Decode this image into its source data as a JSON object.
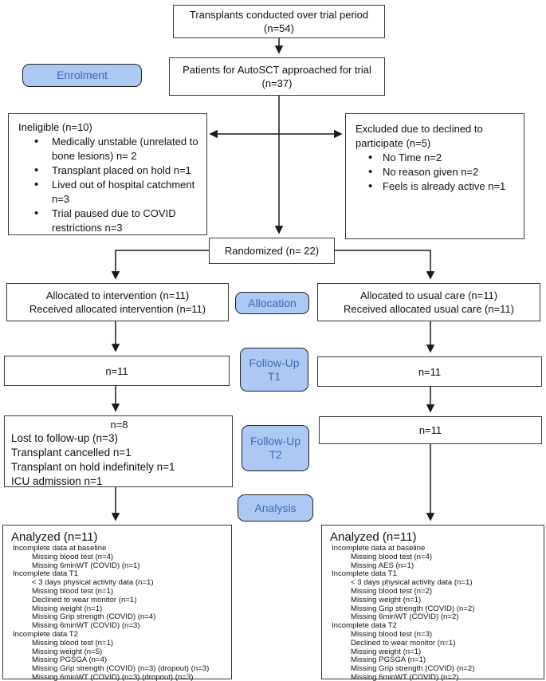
{
  "palette": {
    "label_fill": "#ADC9F3",
    "label_border": "#1f1f1f",
    "label_text": "#3E68B8",
    "box_border": "#3a3a3a",
    "arrow": "#1a1a1a"
  },
  "stages": {
    "enrolment": "Enrolment",
    "allocation": "Allocation",
    "followup_t1_line1": "Follow-Up",
    "followup_t1_line2": "T1",
    "followup_t2_line1": "Follow-Up",
    "followup_t2_line2": "T2",
    "analysis": "Analysis"
  },
  "boxes": {
    "transplants": {
      "line1": "Transplants conducted over trial period",
      "line2": "(n=54)"
    },
    "patients": {
      "line1": "Patients for AutoSCT approached for trial",
      "line2": "(n=37)"
    },
    "ineligible": {
      "title": "Ineligible (n=10)",
      "bullets": [
        "Medically unstable (unrelated to bone lesions) n= 2",
        "Transplant placed on hold n=1",
        "Lived out of hospital catchment n=3",
        "Trial paused due to COVID restrictions n=3"
      ]
    },
    "excluded": {
      "title": "Excluded due to declined to participate (n=5)",
      "bullets": [
        "No Time n=2",
        "No reason given n=2",
        "Feels is already active n=1"
      ]
    },
    "randomized": {
      "label": "Randomized (n= 22)"
    },
    "alloc_intervention": {
      "line1": "Allocated to intervention (n=11)",
      "line2": "Received allocated intervention (n=11)"
    },
    "alloc_usual": {
      "line1": "Allocated to usual care (n=11)",
      "line2": "Received allocated usual care (n=11)"
    },
    "t1_left": {
      "label": "n=11"
    },
    "t1_right": {
      "label": "n=11"
    },
    "t2_left": {
      "n": "n=8",
      "lines": [
        "Lost to follow-up (n=3)",
        "Transplant cancelled n=1",
        "Transplant on hold indefinitely n=1",
        "ICU admission n=1"
      ]
    },
    "t2_right": {
      "label": "n=11"
    },
    "analyzed_left": {
      "title": "Analyzed (n=11)",
      "lines": [
        {
          "indent": 0,
          "text": "Incomplete data at baseline"
        },
        {
          "indent": 1,
          "text": "Missing blood test (n=4)"
        },
        {
          "indent": 1,
          "text": "Missing 6minWT (COVID) (n=1)"
        },
        {
          "indent": 0,
          "text": "Incomplete data T1"
        },
        {
          "indent": 1,
          "text": "< 3 days physical activity data (n=1)"
        },
        {
          "indent": 1,
          "text": "Missing blood test (n=1)"
        },
        {
          "indent": 1,
          "text": "Declined to wear monitor (n=1)"
        },
        {
          "indent": 1,
          "text": "Missing weight (n=1)"
        },
        {
          "indent": 1,
          "text": "Missing Grip strength (COVID) (n=4)"
        },
        {
          "indent": 1,
          "text": "Missing 6minWT (COVID) (n=3)"
        },
        {
          "indent": 0,
          "text": "Incomplete data T2"
        },
        {
          "indent": 1,
          "text": "Missing blood test (n=1)"
        },
        {
          "indent": 1,
          "text": "Missing weight (n=5)"
        },
        {
          "indent": 1,
          "text": "Missing PGSGA (n=4)"
        },
        {
          "indent": 1,
          "text": "Missing Grip strength (COVID) (n=3) (dropout) (n=3)"
        },
        {
          "indent": 1,
          "text": "Missing 6minWT (COVID) (n=3) (dropout) (n=3)"
        }
      ]
    },
    "analyzed_right": {
      "title": "Analyzed (n=11)",
      "lines": [
        {
          "indent": 0,
          "text": "Incomplete data at baseline"
        },
        {
          "indent": 1,
          "text": "Missing blood test (n=4)"
        },
        {
          "indent": 1,
          "text": "Missing AES (n=1)"
        },
        {
          "indent": 0,
          "text": "Incomplete data T1"
        },
        {
          "indent": 1,
          "text": "< 3 days physical activity data (n=1)"
        },
        {
          "indent": 1,
          "text": "Missing blood test (n=2)"
        },
        {
          "indent": 1,
          "text": "Missing weight (n=1)"
        },
        {
          "indent": 1,
          "text": "Missing Grip strength (COVID) (n=2)"
        },
        {
          "indent": 1,
          "text": "Missing 6minWT (COVID) (n=2)"
        },
        {
          "indent": 0,
          "text": "Incomplete data T2"
        },
        {
          "indent": 1,
          "text": "Missing blood test (n=3)"
        },
        {
          "indent": 1,
          "text": "Declined to wear monitor (n=1)"
        },
        {
          "indent": 1,
          "text": "Missing weight (n=1)"
        },
        {
          "indent": 1,
          "text": "Missing PGSGA (n=1)"
        },
        {
          "indent": 1,
          "text": "Missing Grip strength (COVID) (n=2)"
        },
        {
          "indent": 1,
          "text": "Missing 6minWT (COVID) (n=2)"
        }
      ]
    }
  }
}
